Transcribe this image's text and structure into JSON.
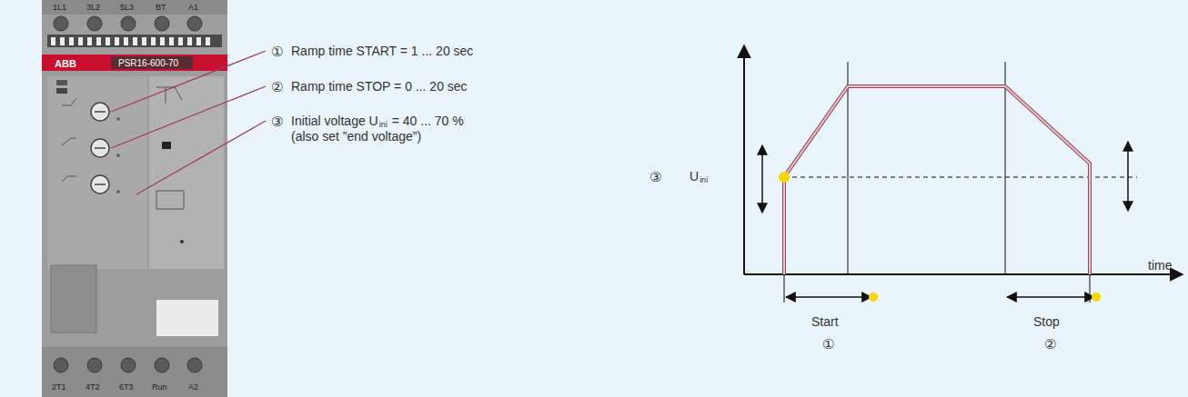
{
  "diagram": {
    "labels": [
      "1L1",
      "3L2",
      "5L3",
      "BT",
      "A1",
      "ABB",
      "PSR16-600-70",
      "2T1",
      "4T2",
      "6T3",
      "Run",
      "A2",
      "①",
      "Ramp time START = 1 ... 20 sec",
      "②",
      "Ramp time STOP = 0 ... 20 sec",
      "③",
      "Initial voltage U",
      "ini",
      "= 40 ... 70 %",
      "(also set ”end voltage”)",
      "③",
      "U",
      "ini",
      "time",
      "Start",
      "①",
      "Stop",
      "②"
    ]
  }
}
